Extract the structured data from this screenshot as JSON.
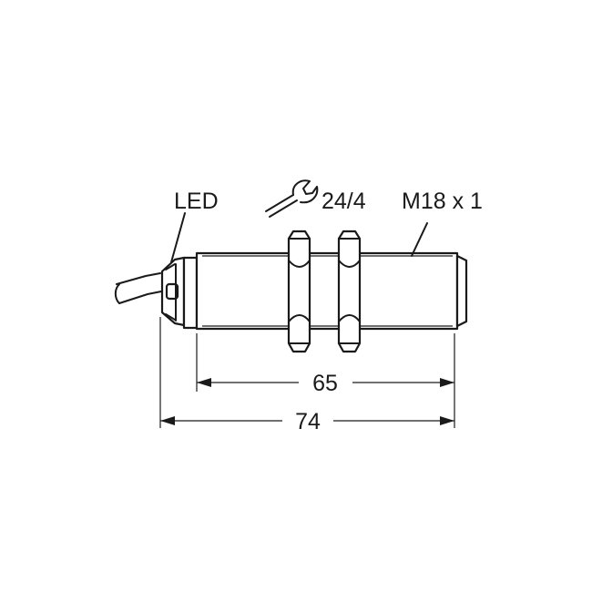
{
  "labels": {
    "led": "LED",
    "wrench_size": "24/4",
    "thread": "M18 x 1",
    "dim_body_length": "65",
    "dim_total_length": "74"
  },
  "icons": [
    "wrench-icon"
  ]
}
